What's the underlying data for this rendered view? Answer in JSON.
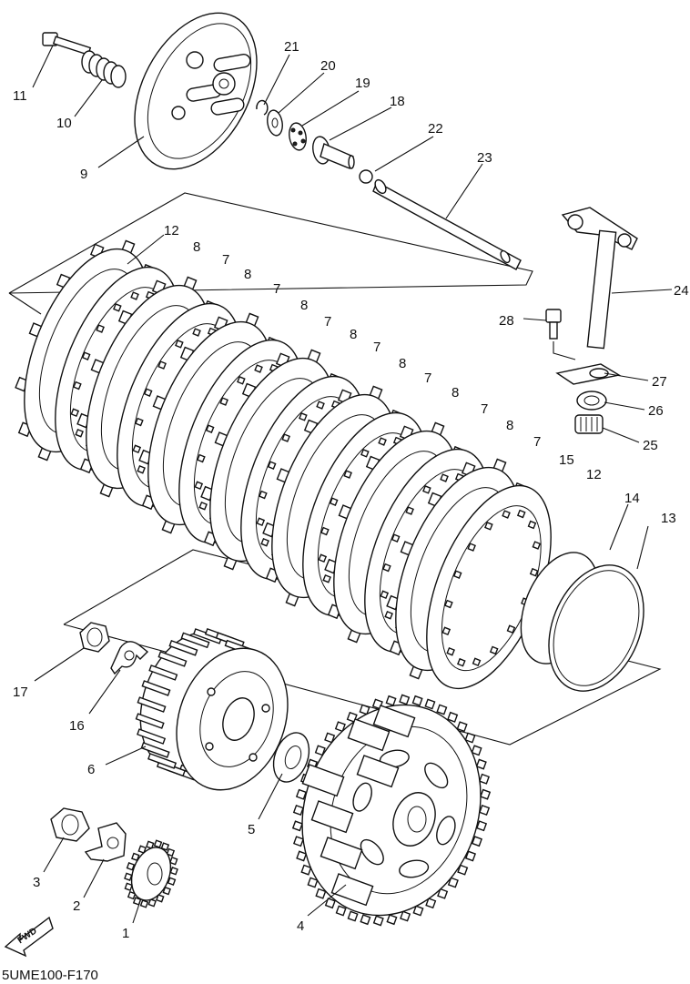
{
  "diagram_code": "5UME100-F170",
  "fwd_label": "FWD",
  "callouts": [
    "1",
    "2",
    "3",
    "4",
    "5",
    "6",
    "7",
    "8",
    "9",
    "10",
    "11",
    "12",
    "13",
    "14",
    "15",
    "16",
    "17",
    "18",
    "19",
    "20",
    "21",
    "22",
    "23",
    "24",
    "25",
    "26",
    "27",
    "28"
  ],
  "plate_stack_callouts": {
    "friction": "7",
    "clutch": "8",
    "end_plate": "12",
    "cushion": "15"
  }
}
